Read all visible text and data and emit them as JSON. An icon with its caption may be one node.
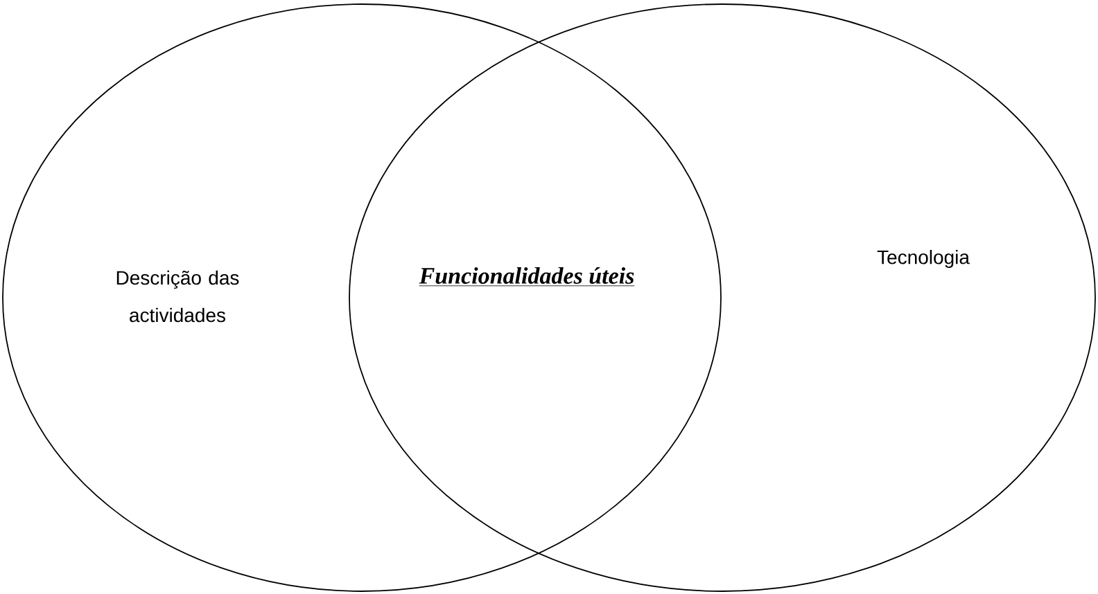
{
  "diagram": {
    "nodes": [
      {
        "text": [
          "Descrição das actividades"
        ]
      },
      {
        "text": [
          "Tecnologia"
        ]
      }
    ],
    "labels": [
      "Funcionalidades úteis"
    ]
  }
}
